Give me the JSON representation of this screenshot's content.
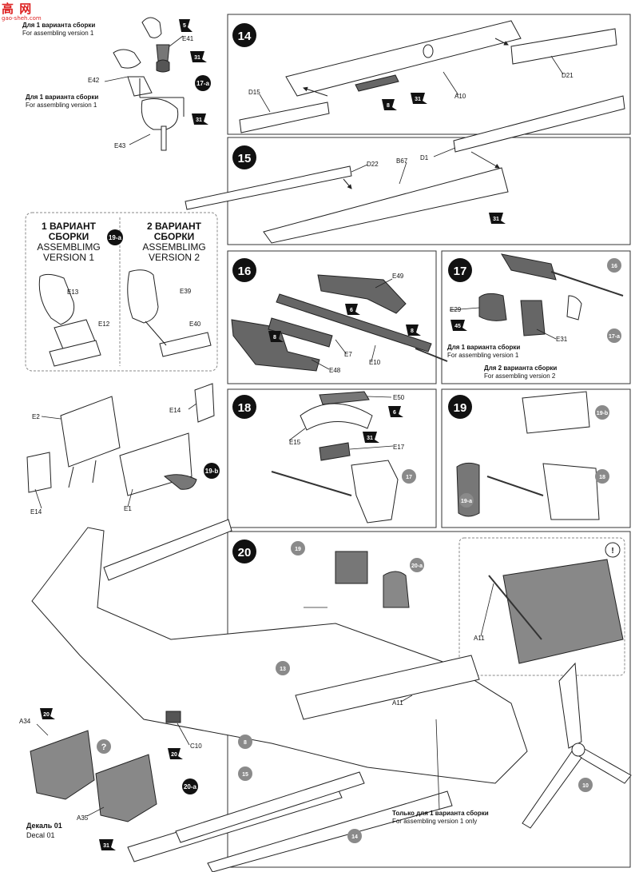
{
  "watermark": {
    "chars": "高 网",
    "url": "gao-sheh.com"
  },
  "notes": {
    "v1_ru": "Для 1 варианта сборки",
    "v1_en": "For assembling version 1",
    "v2_ru": "Для 2 варианта сборки",
    "v2_en": "For assembling version 2",
    "v1only_ru": "Только для 1 варианта сборки",
    "v1only_en": "For assembling version 1 only"
  },
  "variant_box": {
    "left_ru_1": "1 ВАРИАНТ",
    "left_ru_2": "СБОРКИ",
    "left_en_1": "ASSEMBLIMG",
    "left_en_2": "VERSION 1",
    "right_ru_1": "2 ВАРИАНТ",
    "right_ru_2": "СБОРКИ",
    "right_en_1": "ASSEMBLIMG",
    "right_en_2": "VERSION 2",
    "badge": "19-a"
  },
  "steps": {
    "s14": "14",
    "s15": "15",
    "s16": "16",
    "s17": "17",
    "s18": "18",
    "s19": "19",
    "s20": "20",
    "sub17a": "17-a",
    "sub19a": "19-a",
    "sub19b": "19-b",
    "sub20a": "20-a"
  },
  "parts": {
    "E41": "E41",
    "E42": "E42",
    "E43": "E43",
    "D15": "D15",
    "D21": "D21",
    "A10": "A10",
    "D22": "D22",
    "B67": "B67",
    "D1": "D1",
    "E13": "E13",
    "E12": "E12",
    "E39": "E39",
    "E40": "E40",
    "E49": "E49",
    "E7": "E7",
    "E10": "E10",
    "E48": "E48",
    "E29": "E29",
    "E31": "E31",
    "E2": "E2",
    "E14": "E14",
    "E1": "E1",
    "E50": "E50",
    "E15": "E15",
    "E17": "E17",
    "A11": "A11",
    "A34": "A34",
    "A35": "A35",
    "C10": "C10"
  },
  "paint": {
    "p5": "5",
    "p31": "31",
    "p8": "8",
    "p6": "6",
    "p45": "45"
  },
  "refs": {
    "r16": "16",
    "r17": "17",
    "r18": "18",
    "r19": "19",
    "r20": "20",
    "r13": "13",
    "r14": "14",
    "r15": "15",
    "r10": "10",
    "r8": "8",
    "question": "?",
    "warn": "!"
  },
  "decal": {
    "ru": "Декаль 01",
    "en": "Decal 01"
  },
  "colors": {
    "badge": "#111111",
    "ref_circle": "#8a8a8a",
    "part_fill": "#6e6e6e",
    "line": "#222222"
  }
}
